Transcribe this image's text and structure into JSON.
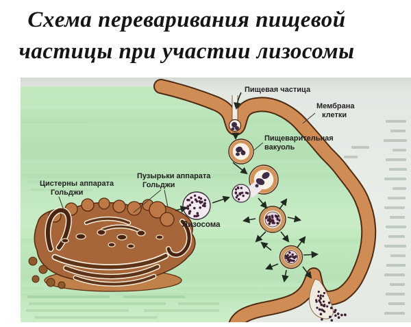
{
  "title": {
    "line1": "Схема переваривания пищевой",
    "line2": "частицы при участии лизосомы"
  },
  "diagram": {
    "labels": {
      "food_particle": "Пищевая частица",
      "membrane_line1": "Мембрана",
      "membrane_line2": "клетки",
      "digestive_vacuole_line1": "Пищеварительная",
      "digestive_vacuole_line2": "вакуоль",
      "golgi_cisterns_line1": "Цистерны аппарата",
      "golgi_cisterns_line2": "Гольджи",
      "golgi_vesicles_line1": "Пузырьки аппарата",
      "golgi_vesicles_line2": "Гольджи",
      "lysosome": "Лизосома"
    },
    "palette": {
      "page_bg": "#ffffff",
      "title_color": "#151515",
      "cell_interior": "#bfe6bd",
      "outside": "#e7ebe6",
      "membrane": "#d08c55",
      "membrane_outline": "#4e2a12",
      "golgi_body": "#a7653a",
      "golgi_dark": "#5f3317",
      "golgi_light": "#f6eedd",
      "vesicle_dots": "#43203a",
      "arrow": "#1f291f",
      "label_text": "#222222"
    }
  }
}
